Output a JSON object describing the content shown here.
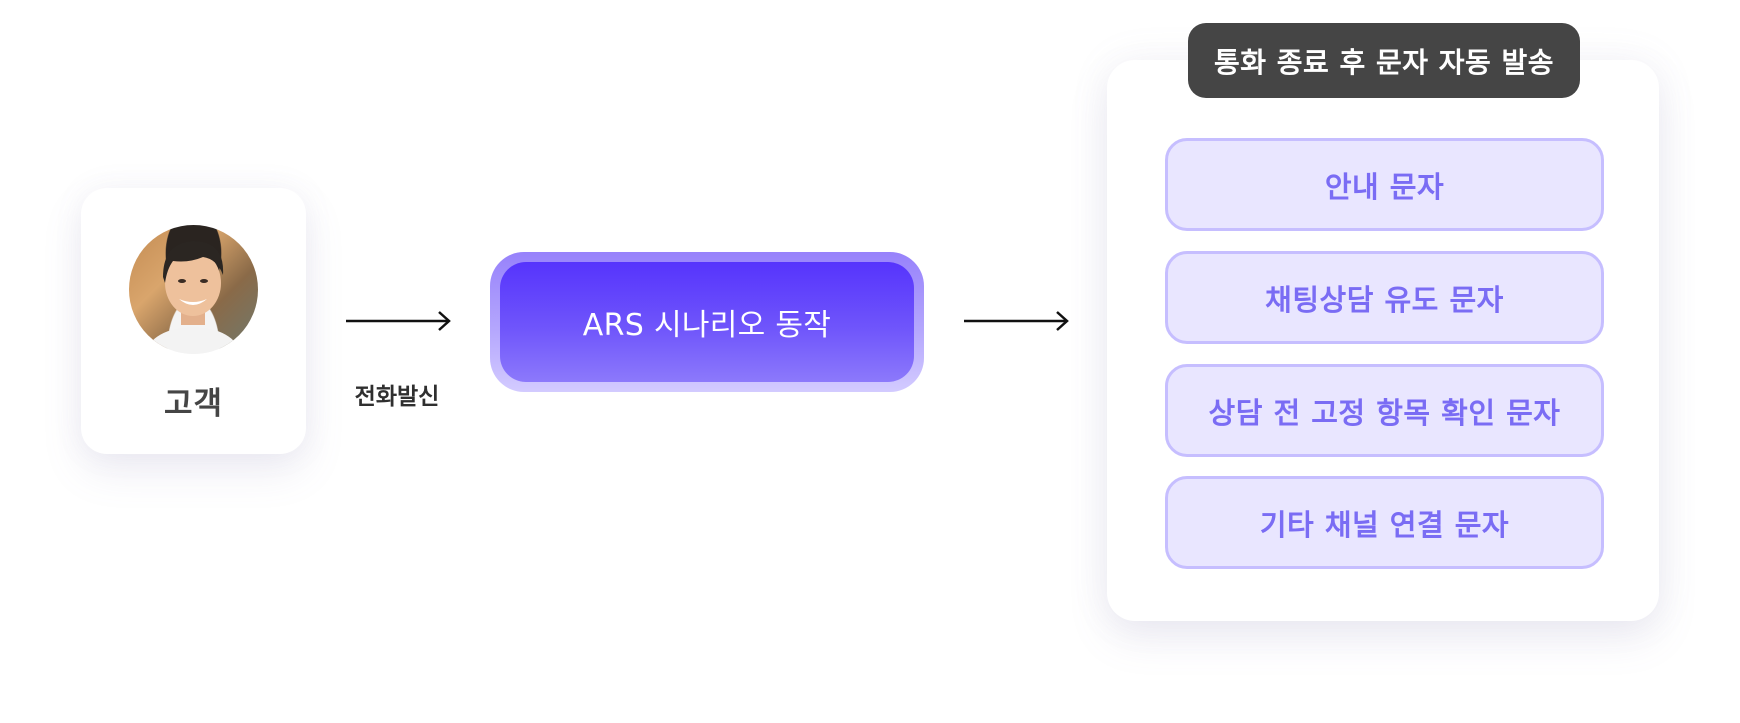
{
  "customer": {
    "label": "고객",
    "avatar": "customer-photo"
  },
  "flow": {
    "call_label": "전화발신",
    "ars_label": "ARS 시나리오 동작",
    "arrow_icon": "right-arrow"
  },
  "messages": {
    "title": "통화 종료 후 문자 자동 발송",
    "items": [
      {
        "label": "안내 문자"
      },
      {
        "label": "채팅상담 유도 문자"
      },
      {
        "label": "상담 전 고정 항목 확인 문자"
      },
      {
        "label": "기타 채널 연결 문자"
      }
    ]
  },
  "colors": {
    "ars_primary": "#5634fc",
    "ars_light": "#8c79fb",
    "item_fill": "#e9e6ff",
    "item_border": "#c6beff",
    "item_text": "#7a6cf4",
    "badge_bg": "#454545",
    "label_text": "#454545"
  }
}
